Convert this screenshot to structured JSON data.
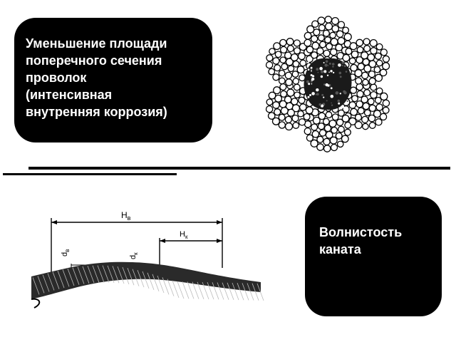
{
  "corrosion_panel": {
    "lines": [
      "Уменьшение площади",
      "поперечного сечения",
      "проволок",
      "(интенсивная",
      "внутренняя коррозия)"
    ]
  },
  "waviness_panel": {
    "lines": [
      "Волнистость",
      "каната"
    ]
  },
  "side_view": {
    "label_total": "H",
    "label_total_sub": "в",
    "label_segment": "H",
    "label_segment_sub": "к",
    "label_d1": "d",
    "label_d1_sub": "в",
    "label_d2": "d",
    "label_d2_sub": "к"
  },
  "colors": {
    "ink": "#000000",
    "paper": "#ffffff"
  }
}
